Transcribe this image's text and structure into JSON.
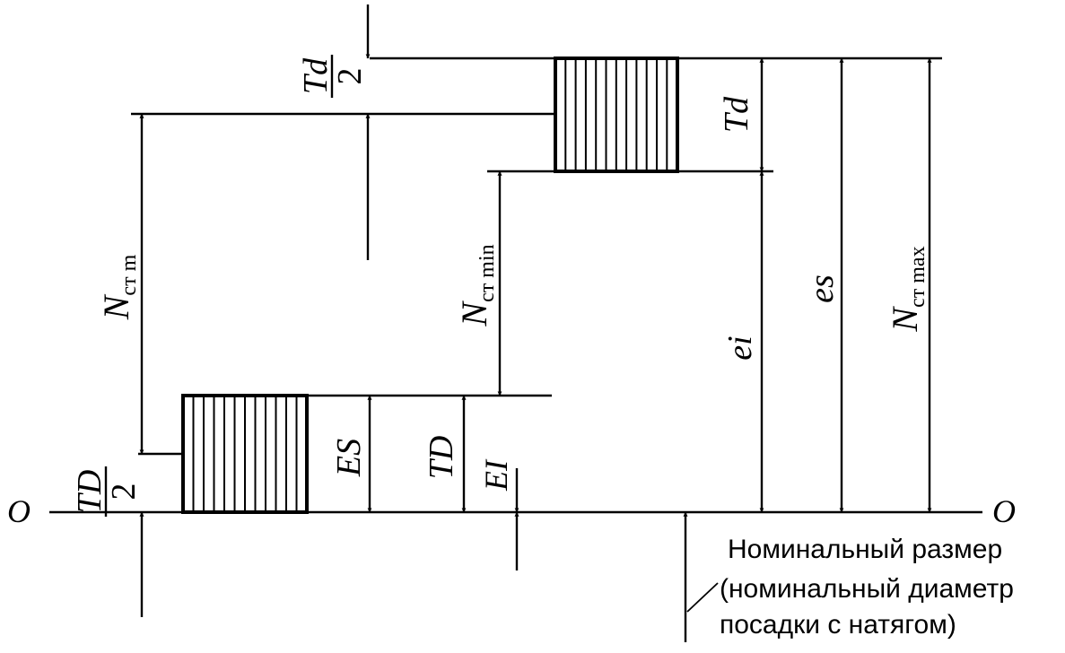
{
  "axis": {
    "left_label": "O",
    "right_label": "O"
  },
  "labels": {
    "td_half_num": "Td",
    "td_half_den": "2",
    "td": "Td",
    "TD_half_num": "TD",
    "TD_half_den": "2",
    "ES": "ES",
    "TD": "TD",
    "EI": "EI",
    "ei": "ei",
    "es": "es",
    "n_m_main": "N",
    "n_m_sub": "ст m",
    "n_min_main": "N",
    "n_min_sub": "ст min",
    "n_max_main": "N",
    "n_max_sub": "ст max"
  },
  "caption": {
    "line1": "Номинальный размер",
    "line2": "(номинальный диаметр",
    "line3": "посадки с натягом)"
  }
}
